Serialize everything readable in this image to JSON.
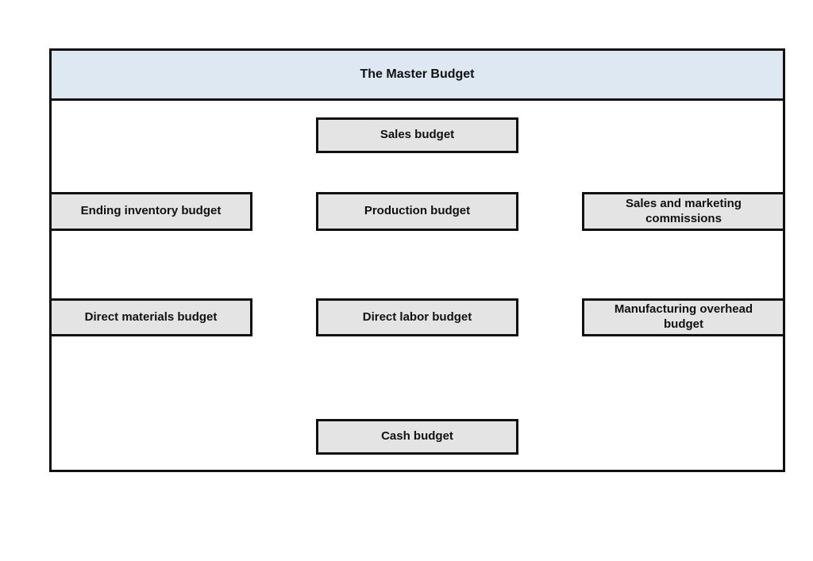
{
  "diagram": {
    "title": "The Master Budget",
    "boxes": [
      {
        "id": "sales-budget",
        "label": "Sales budget"
      },
      {
        "id": "ending-inventory-budget",
        "label": "Ending inventory budget"
      },
      {
        "id": "production-budget",
        "label": "Production budget"
      },
      {
        "id": "sales-marketing-commissions",
        "label": "Sales and marketing commissions"
      },
      {
        "id": "direct-materials-budget",
        "label": "Direct materials budget"
      },
      {
        "id": "direct-labor-budget",
        "label": "Direct labor budget"
      },
      {
        "id": "manufacturing-overhead-budget",
        "label": "Manufacturing overhead budget"
      },
      {
        "id": "cash-budget",
        "label": "Cash budget"
      }
    ],
    "colors": {
      "header_fill": "#dde8f3",
      "box_fill": "#e4e4e4",
      "border": "#111111",
      "background": "#ffffff"
    }
  }
}
